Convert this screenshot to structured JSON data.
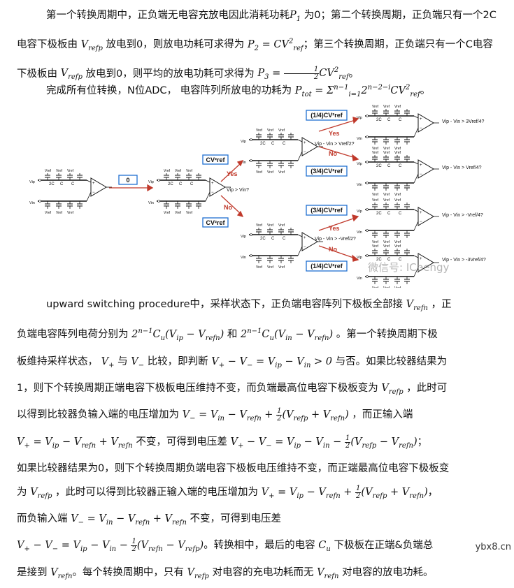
{
  "para1": {
    "t1": "第一个转换周期中，正负端无电容充放电因此消耗功耗",
    "t2": "为0；第二个转换周期，正负端只有一个2C电容下极板由",
    "t3": "放电到0，则放电功耗可求得为",
    "t4": "；第三个转换周期，正负端只有一个C电容下极板由",
    "t5": "放电到0，则平均的放电功耗可求得为",
    "t6": "。"
  },
  "para2": {
    "t1": "完成所有位转换，N位ADC， 电容阵列所放电的功耗为",
    "t2": "。"
  },
  "diagram": {
    "box_initial": "0",
    "box_cv_top": "CV²ref",
    "box_cv_bottom": "CV²ref",
    "box_14_top": "(1/4)CV²ref",
    "box_34_top": "(3/4)CV²ref",
    "box_34_bottom": "(3/4)CV²ref",
    "box_14_bottom": "(1/4)CV²ref",
    "yes": "Yes",
    "no": "No",
    "cmp1": "Vip > Vin?",
    "cmp2a": "Vip - Vin > Vref/2?",
    "cmp2b": "Vip - Vin > -Vref/2?",
    "out1": "Vip - Vin > 3Vref/4?",
    "out2": "Vip - Vin > Vref/4?",
    "out3": "Vip - Vin > -Vref/4?",
    "out4": "Vip - Vin > -3Vref/4?",
    "cap_2c": "2C",
    "cap_c": "C",
    "vref": "Vref",
    "vip": "Vip",
    "vin": "Vin"
  },
  "watermark": "微信号: ICpengy",
  "para3": {
    "l1a": "upward switching procedure中，采样状态下，正负端电容阵列下极板全部接",
    "l1b": "，正",
    "l2a": "负端电容阵列电荷分别为",
    "l2b": "和",
    "l2c": "。第一个转换周期下极",
    "l3a": "板维持采样状态，",
    "l3b": "与",
    "l3c": "比较，即判断",
    "l3d": "与否。如果比较器结果为",
    "l4a": "1，则下个转换周期正端电容下极板电压维持不变，而负端最高位电容下极板变为",
    "l4b": "，此时可",
    "l5a": "以得到比较器负输入端的电压增加为",
    "l5b": "，而正输入端",
    "l6a": "不变，可得到电压差",
    "l6b": "；",
    "l7a": "如果比较器结果为0，则下个转换周期负端电容下极板电压维持不变，而正端最高位电容下极板变",
    "l8a": "为",
    "l8b": "，此时可以得到比较器正输入端的电压增加为",
    "l8c": "，",
    "l9a": "而负输入端",
    "l9b": "不变，可得到电压差",
    "l10a": "。转换相中，最后的电容",
    "l10b": "下极板在正端&负端总",
    "l11a": "是接到",
    "l11b": "。每个转换周期中，只有",
    "l11c": "对电容的充电功耗而无",
    "l11d": "对电容的放电功耗。"
  },
  "footer_tag": "ybx8.cn"
}
